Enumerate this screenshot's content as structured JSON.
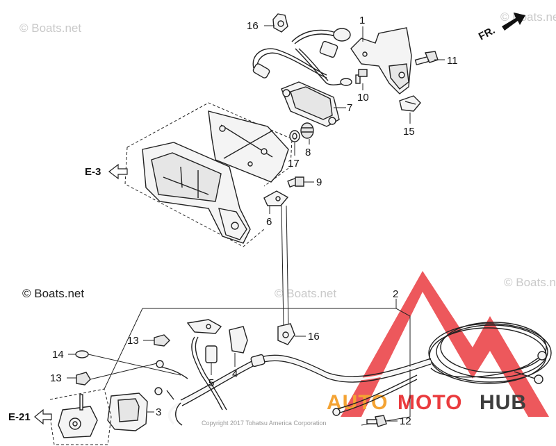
{
  "callouts": {
    "c1": "1",
    "c2": "2",
    "c3": "3",
    "c4": "4",
    "c5": "5",
    "c6": "6",
    "c7": "7",
    "c8": "8",
    "c9": "9",
    "c10": "10",
    "c11": "11",
    "c12": "12",
    "c13a": "13",
    "c13b": "13",
    "c14": "14",
    "c15": "15",
    "c16a": "16",
    "c16b": "16",
    "c17": "17"
  },
  "refs": {
    "e3": "E-3",
    "e21": "E-21",
    "front": "FR."
  },
  "watermarks": {
    "top_left": "© Boats.net",
    "mid_left": "© Boats.net",
    "mid_right": "© Boats.net",
    "right": "© Boats.net",
    "top_right": "© Boats.net"
  },
  "copyright": "Copyright 2017 Tohatsu America Corporation",
  "logo": {
    "part1": "AUTO",
    "part2": "MOTO",
    "part3": "HUB"
  },
  "colors": {
    "logo_red": "#e8262a",
    "logo_orange": "#f39a1e",
    "logo_dark": "#2a2a2a",
    "line": "#222222"
  }
}
